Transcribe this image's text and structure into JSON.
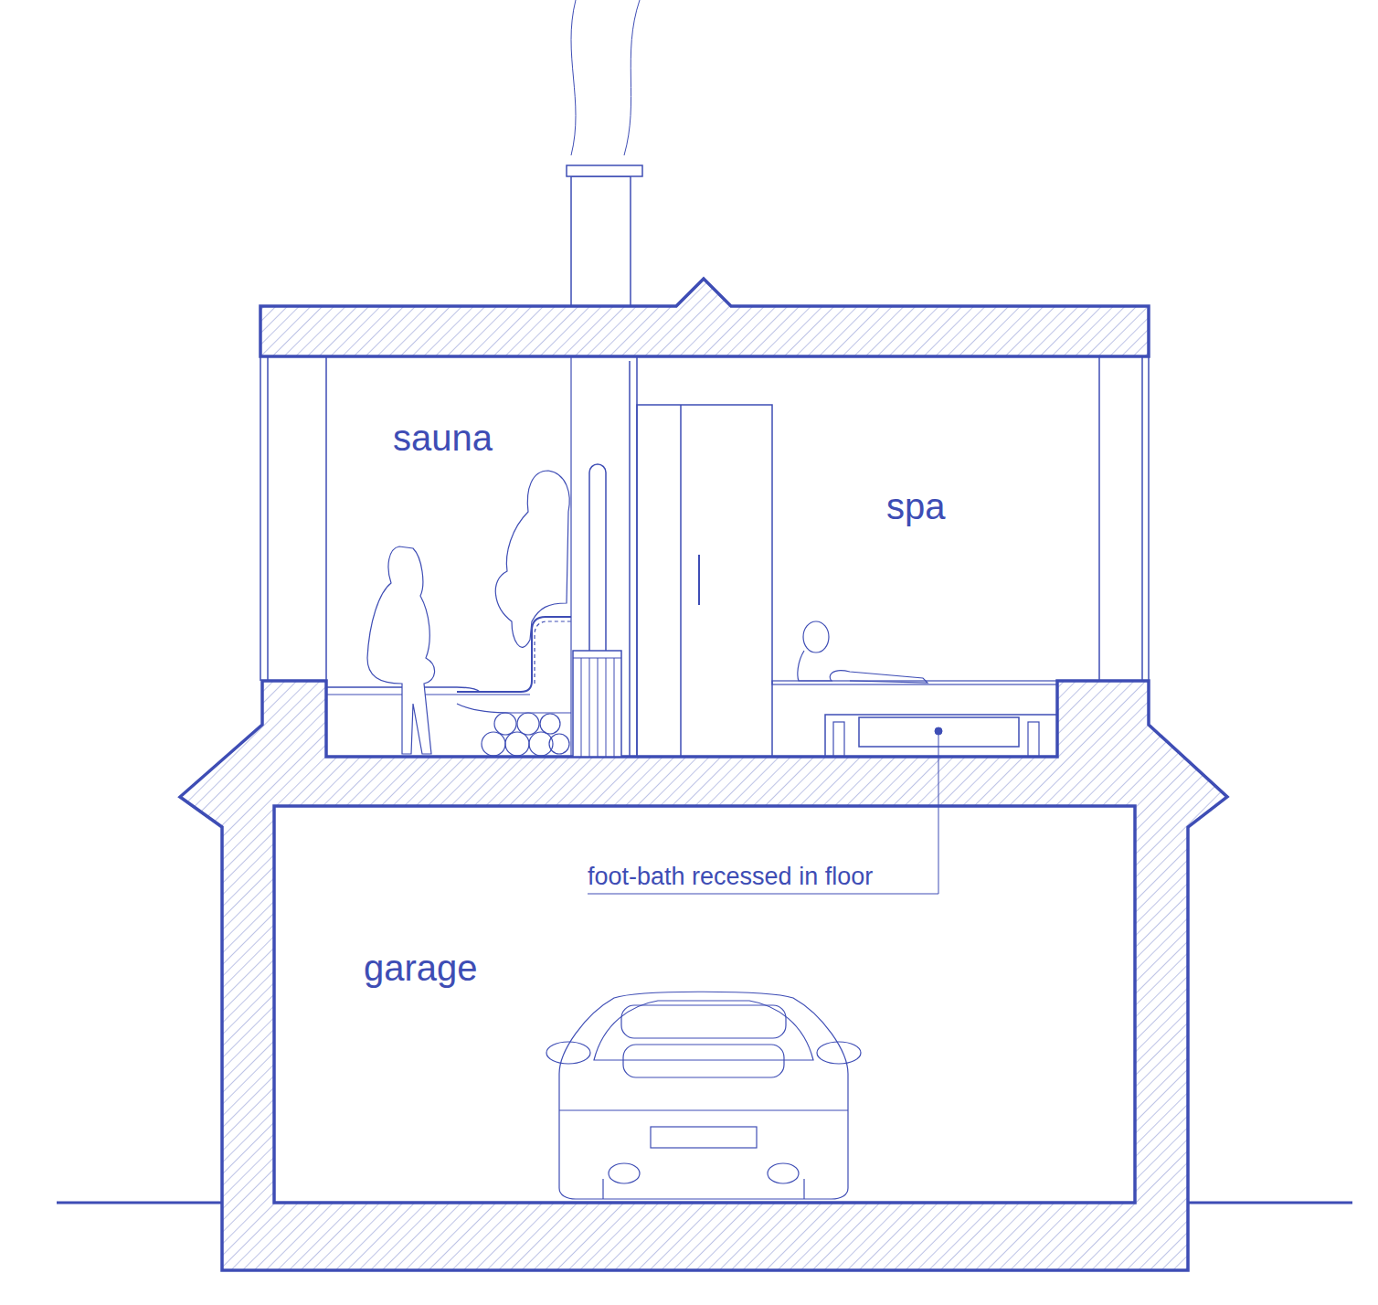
{
  "diagram": {
    "nodes": [
      {
        "text": [
          "sauna"
        ]
      },
      {
        "text": [
          "spa"
        ]
      },
      {
        "text": [
          "garage"
        ]
      }
    ],
    "labels": [
      "foot-bath recessed in floor"
    ]
  }
}
